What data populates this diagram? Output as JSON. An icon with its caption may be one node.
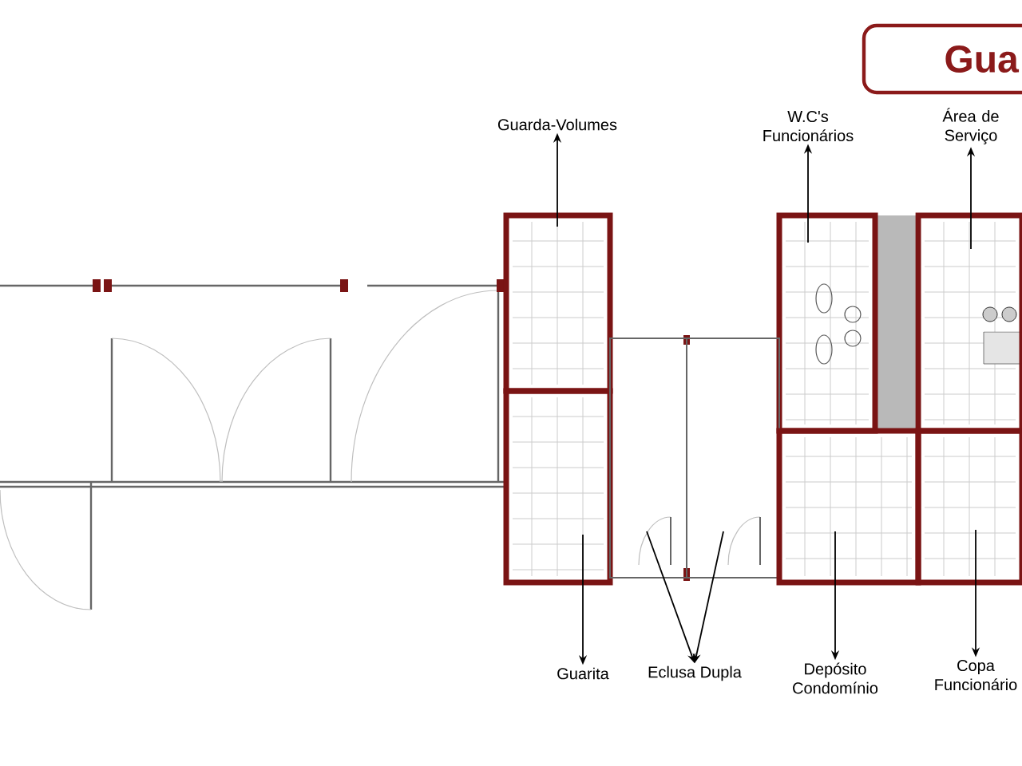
{
  "diagram": {
    "title": "Gua",
    "nodes": [
      {
        "text": [
          "Guarda-Volumes"
        ]
      },
      {
        "text": [
          "W.C's Funcionários"
        ]
      },
      {
        "text": [
          "Área de Serviço"
        ]
      },
      {
        "text": [],
        "shape": "box"
      },
      {
        "text": [],
        "shape": "box"
      },
      {
        "text": [],
        "shape": "box"
      },
      {
        "text": [],
        "shape": "box"
      },
      {
        "text": [],
        "shape": "box"
      },
      {
        "text": [],
        "shape": "box"
      },
      {
        "text": [],
        "shape": "box"
      },
      {
        "text": [],
        "shape": "box"
      },
      {
        "text": [
          "Guarita"
        ]
      },
      {
        "text": [
          "Eclusa Dupla"
        ]
      },
      {
        "text": [
          "Depósito Condomínio"
        ]
      },
      {
        "text": [
          "Copa Funcionário"
        ]
      }
    ],
    "edges": [
      {
        "from": 3,
        "to": 0,
        "arrow": "to"
      },
      {
        "from": 4,
        "to": 1,
        "arrow": "to"
      },
      {
        "from": 5,
        "to": 2,
        "arrow": "to"
      },
      {
        "from": 6,
        "to": 11,
        "arrow": "to"
      },
      {
        "from": 7,
        "to": 12,
        "arrow": "to"
      },
      {
        "from": 8,
        "to": 12,
        "arrow": "to"
      },
      {
        "from": 9,
        "to": 13,
        "arrow": "to"
      },
      {
        "from": 10,
        "to": 14,
        "arrow": "to"
      }
    ]
  }
}
